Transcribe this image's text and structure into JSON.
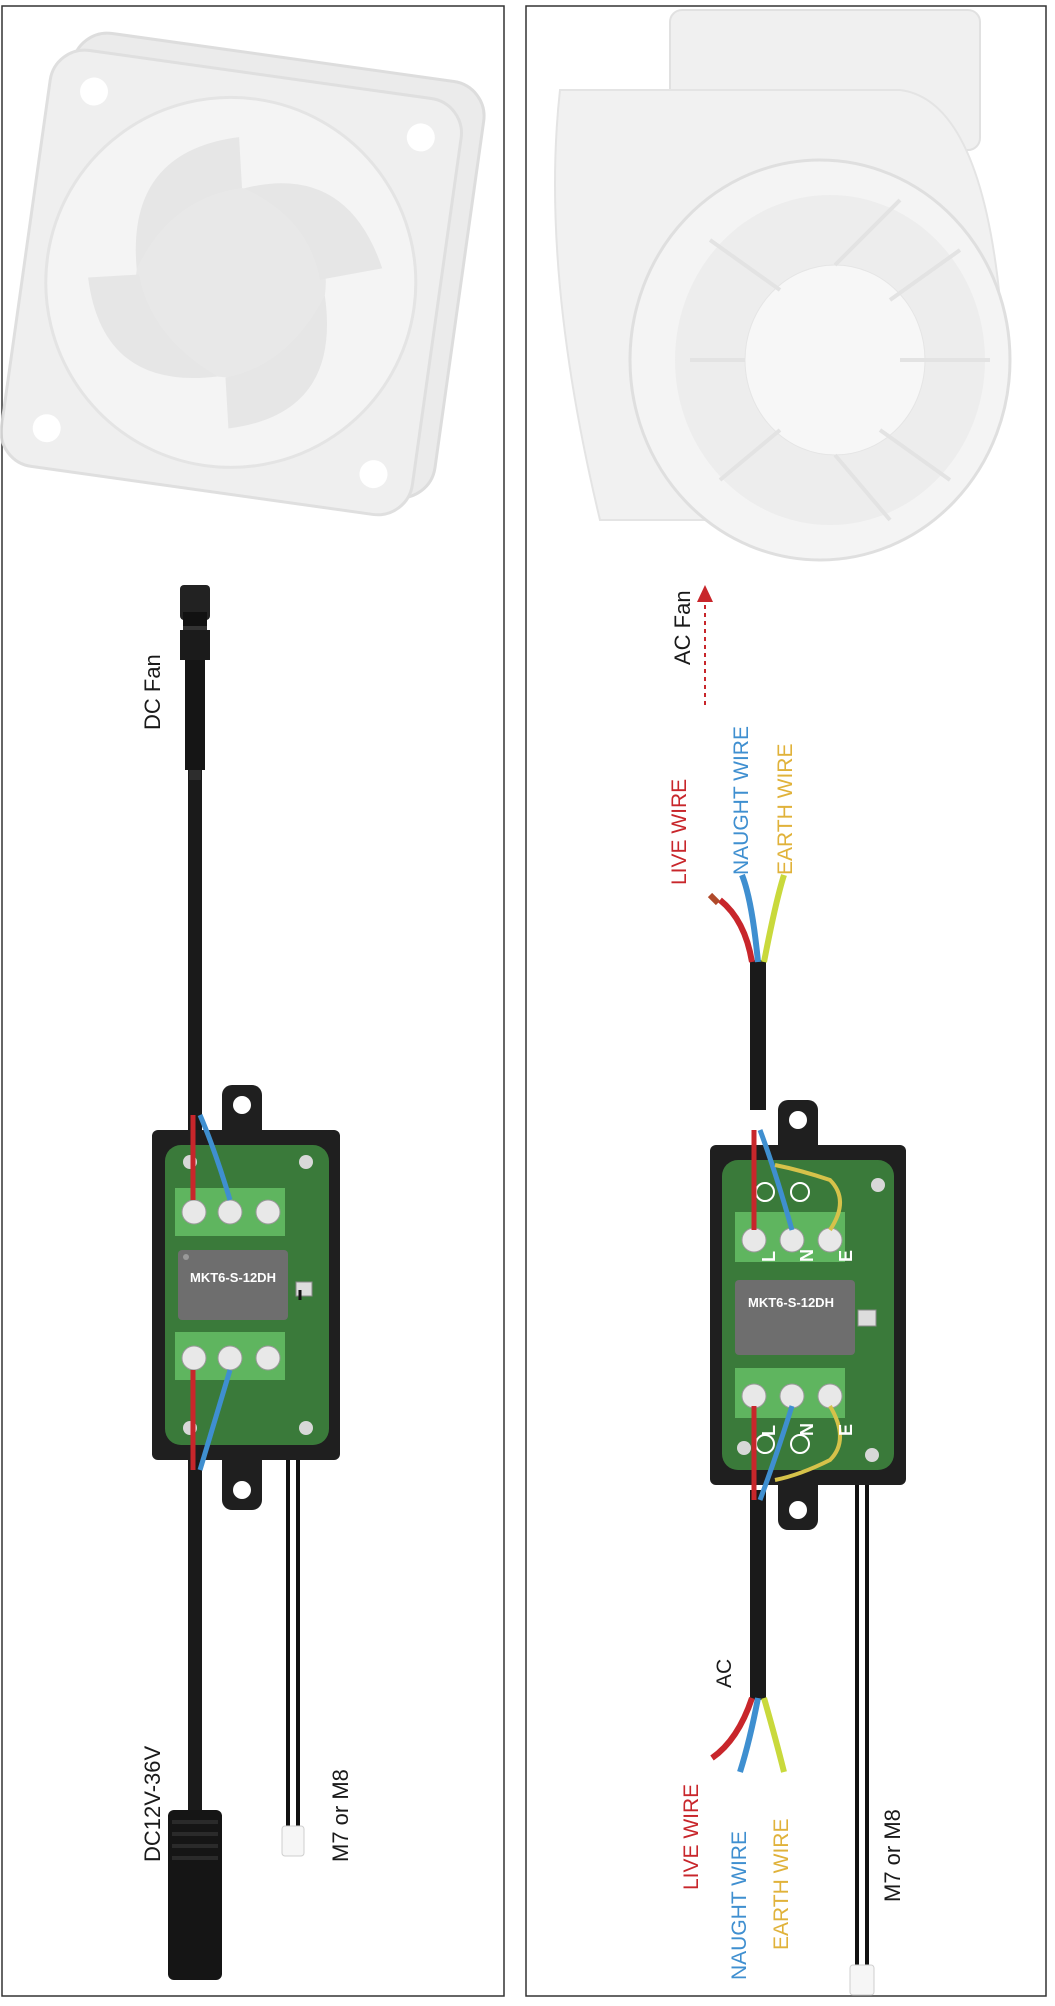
{
  "dc_panel": {
    "fan_label": "DC Fan",
    "input_label": "DC12V-36V",
    "sensor_label": "M7 or M8",
    "relay_model": "MKT6-S-12DH"
  },
  "ac_panel": {
    "fan_label": "AC Fan",
    "input_label": "AC",
    "out_live": "LIVE WIRE",
    "out_neutral": "NAUGHT WIRE",
    "out_earth": "EARTH WIRE",
    "in_live": "LIVE WIRE",
    "in_neutral": "NAUGHT WIRE",
    "in_earth": "EARTH WIRE",
    "sensor_label": "M7 or M8",
    "relay_model": "MKT6-S-12DH",
    "term_L_top": "L",
    "term_N_top": "N",
    "term_E_top": "E",
    "term_L_bot": "L",
    "term_N_bot": "N",
    "term_E_bot": "E"
  },
  "colors": {
    "live": "#c8262b",
    "neutral": "#3f8fd0",
    "earth": "#e0b23a",
    "pcb": "#3a7a3a",
    "housing": "#1f1f1f"
  }
}
